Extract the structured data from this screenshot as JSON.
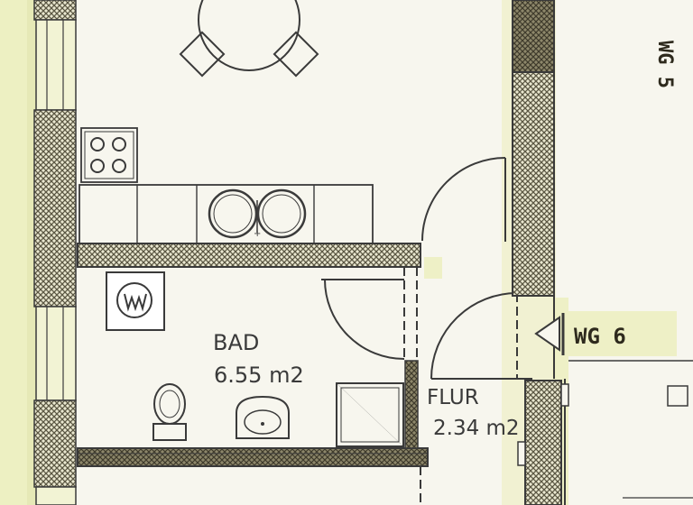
{
  "rooms": {
    "bathroom": {
      "name": "BAD",
      "area": "6.55 m2"
    },
    "hallway": {
      "name": "FLUR",
      "area": "2.34 m2"
    }
  },
  "unit_tags": {
    "entrance": "WG 6",
    "rotated": "WG 5"
  },
  "colors": {
    "background": "#f7f6ee",
    "highlight": "#ecefc0",
    "wall_fill": "#6f6a52",
    "line": "#3a3a3a"
  }
}
